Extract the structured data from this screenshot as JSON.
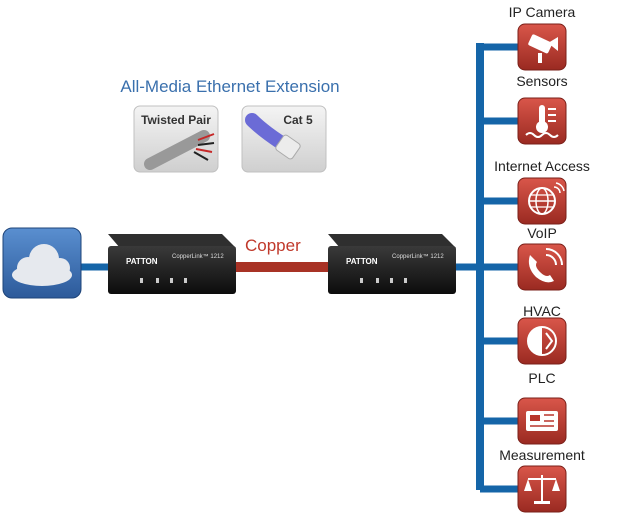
{
  "title": "All-Media Ethernet Extension",
  "media": {
    "twisted_pair": "Twisted Pair",
    "cat5": "Cat 5"
  },
  "link_label": "Copper",
  "devices": {
    "brand": "PATTON",
    "model": "CopperLink™ 1212"
  },
  "endpoints": [
    {
      "label": "IP Camera",
      "icon": "ip-camera-icon"
    },
    {
      "label": "Sensors",
      "icon": "sensor-icon"
    },
    {
      "label": "Internet Access",
      "icon": "globe-icon"
    },
    {
      "label": "VoIP",
      "icon": "phone-icon"
    },
    {
      "label": "HVAC",
      "icon": "hvac-icon"
    },
    {
      "label": "PLC",
      "icon": "plc-icon"
    },
    {
      "label": "Measurement",
      "icon": "scale-icon"
    }
  ],
  "colors": {
    "title": "#3a70ad",
    "bus": "#1565a8",
    "copper": "#a83225",
    "endpoint_tile": "#b8352b",
    "cloud_tile": "#3f73b6"
  }
}
